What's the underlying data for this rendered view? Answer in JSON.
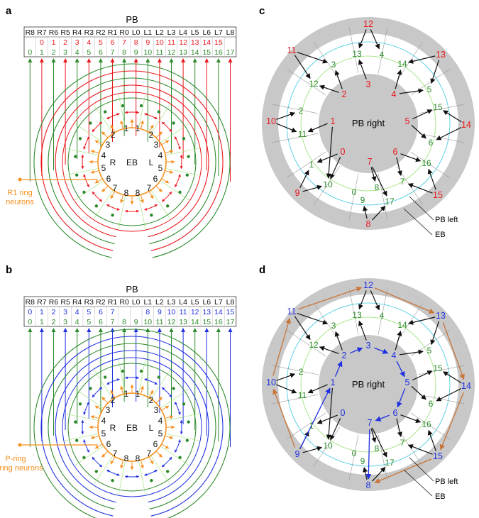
{
  "colors": {
    "red": "#e8171c",
    "green": "#2c8a2c",
    "blue": "#2030e0",
    "orange": "#f5901e",
    "brown": "#c8753a",
    "grey": "#c8c8c8",
    "cyan": "#3cc8e0",
    "lightgreen": "#98e070"
  },
  "panels": {
    "a": {
      "letter": "a",
      "pb_title": "PB",
      "pb_labels": [
        "R8",
        "R7",
        "R6",
        "R5",
        "R4",
        "R3",
        "R2",
        "R1",
        "R0",
        "L0",
        "L1",
        "L2",
        "L3",
        "L4",
        "L5",
        "L6",
        "L7",
        "L8"
      ],
      "top_row": [
        "",
        "0",
        "1",
        "2",
        "3",
        "4",
        "5",
        "6",
        "7",
        "8",
        "9",
        "10",
        "11",
        "12",
        "13",
        "14",
        "15",
        ""
      ],
      "bottom_row": [
        "0",
        "1",
        "2",
        "3",
        "4",
        "5",
        "6",
        "7",
        "8",
        "9",
        "10",
        "11",
        "12",
        "13",
        "14",
        "15",
        "16",
        "17"
      ],
      "eb_label": "EB",
      "r_label": "R",
      "l_label": "L",
      "eb_inner_numbers": [
        "1",
        "1",
        "2",
        "2",
        "3",
        "3",
        "4",
        "4",
        "5",
        "5",
        "6",
        "6",
        "7",
        "7",
        "8",
        "8"
      ],
      "ring_text_line1": "R1 ring",
      "ring_text_line2": "neurons"
    },
    "b": {
      "letter": "b",
      "pb_title": "PB",
      "pb_labels": [
        "R8",
        "R7",
        "R6",
        "R5",
        "R4",
        "R3",
        "R2",
        "R1",
        "R0",
        "L0",
        "L1",
        "L2",
        "L3",
        "L4",
        "L5",
        "L6",
        "L7",
        "L8"
      ],
      "top_row": [
        "0",
        "1",
        "2",
        "3",
        "4",
        "5",
        "6",
        "7",
        "",
        "",
        "8",
        "9",
        "10",
        "11",
        "12",
        "13",
        "14",
        "15"
      ],
      "bottom_row": [
        "0",
        "1",
        "2",
        "3",
        "4",
        "5",
        "6",
        "7",
        "8",
        "9",
        "10",
        "11",
        "12",
        "13",
        "14",
        "15",
        "16",
        "17"
      ],
      "eb_label": "EB",
      "r_label": "R",
      "l_label": "L",
      "eb_inner_numbers": [
        "1",
        "1",
        "2",
        "2",
        "3",
        "3",
        "4",
        "4",
        "5",
        "5",
        "6",
        "6",
        "7",
        "7",
        "8",
        "8"
      ],
      "ring_text_line1": "P-ring",
      "ring_text_line2": "ring neurons"
    },
    "c": {
      "letter": "c",
      "center_label": "PB right",
      "pb_left_label": "PB left",
      "eb_label": "EB",
      "outer_numbers": [
        "0",
        "1",
        "2",
        "3",
        "4",
        "5",
        "6",
        "7",
        "8",
        "9",
        "10",
        "11",
        "12",
        "13",
        "14",
        "15"
      ],
      "inner_numbers": [
        "0",
        "1",
        "2",
        "3",
        "4",
        "5",
        "6",
        "7",
        "8",
        "9",
        "10",
        "11",
        "12",
        "13",
        "14",
        "15",
        "16",
        "17"
      ]
    },
    "d": {
      "letter": "d",
      "center_label": "PB right",
      "pb_left_label": "PB left",
      "eb_label": "EB",
      "outer_numbers": [
        "0",
        "1",
        "2",
        "3",
        "4",
        "5",
        "6",
        "7",
        "8",
        "9",
        "10",
        "11",
        "12",
        "13",
        "14",
        "15"
      ],
      "inner_numbers": [
        "0",
        "1",
        "2",
        "3",
        "4",
        "5",
        "6",
        "7",
        "8",
        "9",
        "10",
        "11",
        "12",
        "13",
        "14",
        "15",
        "16",
        "17"
      ]
    }
  }
}
